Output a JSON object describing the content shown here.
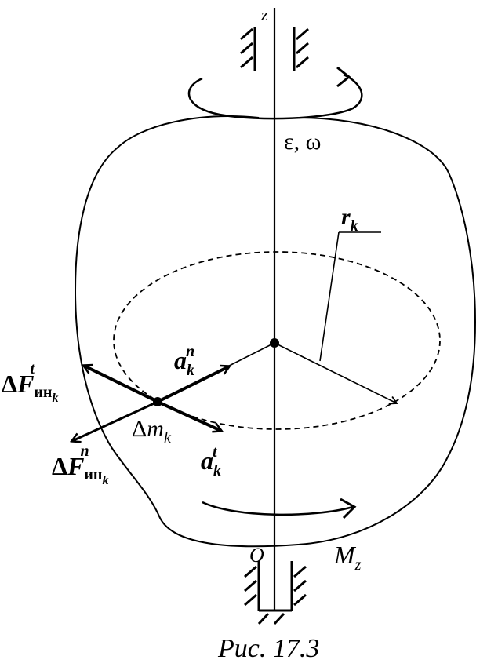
{
  "labels": {
    "axis_z": "z",
    "origin": "O",
    "eps_omega": "ε, ω",
    "r": "r",
    "r_sub": "k",
    "a_n": "a",
    "a_n_sub": "k",
    "a_n_sup": "n",
    "a_t": "a",
    "a_t_sub": "k",
    "a_t_sup": "t",
    "dF_t_prefix": "Δ",
    "dF_t_main": "F",
    "dF_t_sub": "ин",
    "dF_t_subsub": "k",
    "dF_t_sup": "t",
    "dF_n_prefix": "Δ",
    "dF_n_main": "F",
    "dF_n_sub": "ин",
    "dF_n_subsub": "k",
    "dF_n_sup": "n",
    "dm_prefix": "Δ",
    "dm_main": "m",
    "dm_sub": "k",
    "Mz_main": "M",
    "Mz_sub": "z"
  },
  "caption": "Рис. 17.3"
}
